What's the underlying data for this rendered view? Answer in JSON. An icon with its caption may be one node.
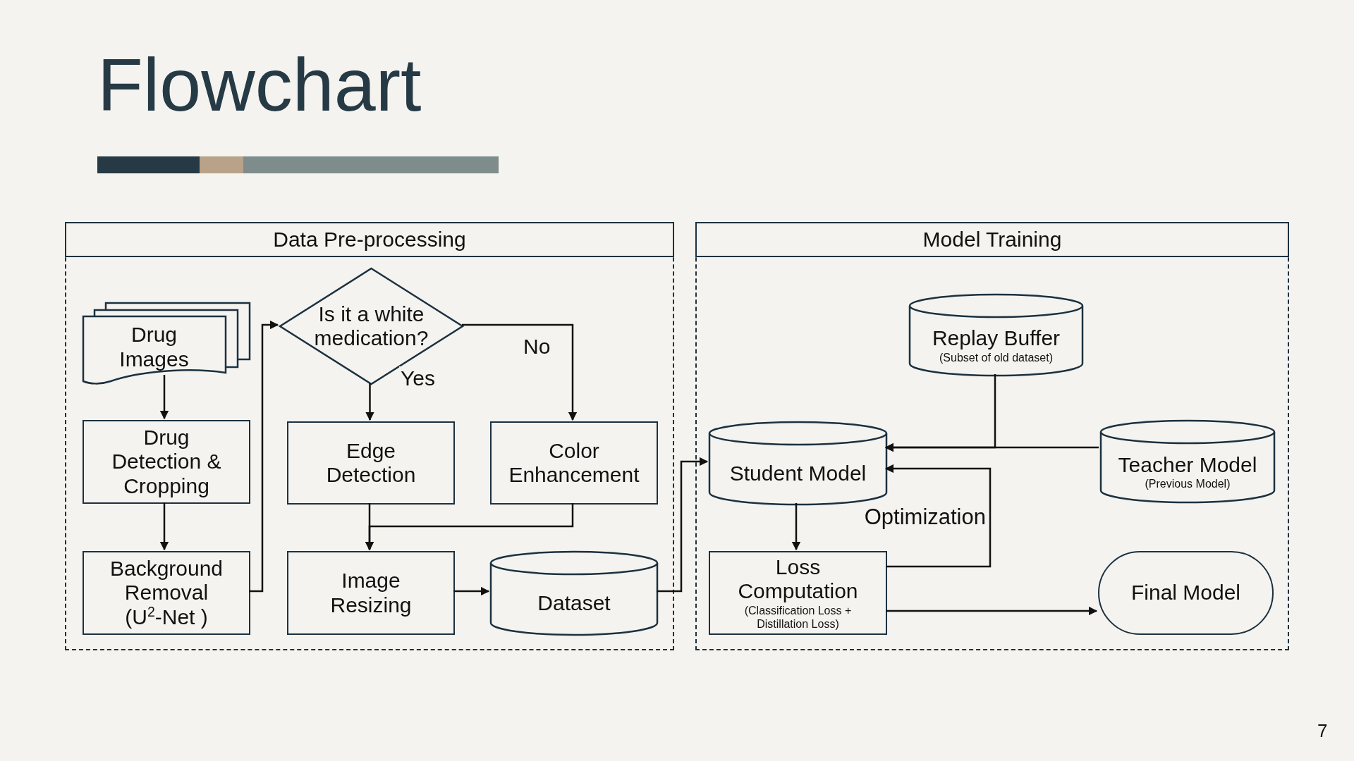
{
  "diagram": {
    "title": "Flowchart",
    "nodes": [
      {
        "text": [
          "Data Pre-processing"
        ]
      },
      {
        "text": [
          "Drug Images"
        ],
        "in": 0
      },
      {
        "text": [
          "Is it a white medication?"
        ],
        "in": 0
      },
      {
        "text": [
          "Drug Detection & Cropping"
        ],
        "in": 0
      },
      {
        "text": [
          "Edge Detection"
        ],
        "in": 0
      },
      {
        "text": [
          "Color Enhancement"
        ],
        "in": 0
      },
      {
        "text": [
          "Background Removal (U$^{2}$-Net )"
        ],
        "in": 0
      },
      {
        "text": [
          "Image Resizing"
        ],
        "in": 0
      },
      {
        "text": [
          "Dataset"
        ],
        "in": 0
      },
      {
        "text": [
          "Model Training"
        ]
      },
      {
        "text": [
          "Replay Buffer",
          "(Subset of old dataset)"
        ],
        "in": 9
      },
      {
        "text": [
          "Student Model"
        ],
        "in": 9
      },
      {
        "text": [
          "Teacher Model",
          "(Previous Model)"
        ],
        "in": 9
      },
      {
        "text": [
          "Loss Computation",
          "(Classification Loss + Distillation Loss)"
        ],
        "in": 9
      },
      {
        "text": [
          "Final Model"
        ],
        "in": 9
      }
    ],
    "edges": [
      {
        "from": 1,
        "to": 3,
        "arrow": "to"
      },
      {
        "from": 3,
        "to": 6,
        "arrow": "to"
      },
      {
        "from": 6,
        "to": 2,
        "arrow": "to"
      },
      {
        "from": 2,
        "to": 4,
        "arrow": "to",
        "label": "Yes"
      },
      {
        "from": 2,
        "to": 5,
        "arrow": "to",
        "label": "No"
      },
      {
        "from": 4,
        "to": 7,
        "arrow": "to"
      },
      {
        "from": 5,
        "to": 7,
        "arrow": "to"
      },
      {
        "from": 7,
        "to": 8,
        "arrow": "to"
      },
      {
        "from": 8,
        "to": 11,
        "arrow": "to"
      },
      {
        "from": 10,
        "to": 11,
        "arrow": "to"
      },
      {
        "from": 12,
        "to": 11,
        "arrow": "to"
      },
      {
        "from": 11,
        "to": 13,
        "arrow": "to"
      },
      {
        "from": 13,
        "to": 11,
        "arrow": "to",
        "label": "Optimization"
      },
      {
        "from": 13,
        "to": 14,
        "arrow": "to"
      }
    ],
    "labels": [
      "7"
    ]
  }
}
